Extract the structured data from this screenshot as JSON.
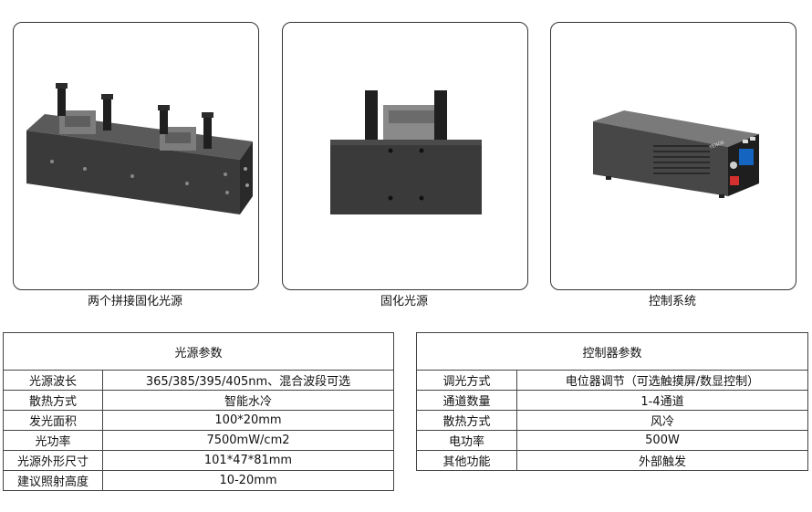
{
  "products": [
    {
      "caption": "两个拼接固化光源",
      "icon": "dual-uv-light-module-image"
    },
    {
      "caption": "固化光源",
      "icon": "uv-light-module-front-image"
    },
    {
      "caption": "控制系统",
      "icon": "controller-box-image"
    }
  ],
  "controller_brand": "YENOK",
  "light_table": {
    "title": "光源参数",
    "rows": [
      {
        "key": "光源波长",
        "value": "365/385/395/405nm、混合波段可选"
      },
      {
        "key": "散热方式",
        "value": "智能水冷"
      },
      {
        "key": "发光面积",
        "value": "100*20mm"
      },
      {
        "key": "光功率",
        "value": "7500mW/cm2"
      },
      {
        "key": "光源外形尺寸",
        "value": "101*47*81mm"
      },
      {
        "key": "建议照射高度",
        "value": "10-20mm"
      }
    ]
  },
  "control_table": {
    "title": "控制器参数",
    "rows": [
      {
        "key": "调光方式",
        "value": "电位器调节（可选触摸屏/数显控制）"
      },
      {
        "key": "通道数量",
        "value": "1-4通道"
      },
      {
        "key": "散热方式",
        "value": "风冷"
      },
      {
        "key": "电功率",
        "value": "500W"
      },
      {
        "key": "其他功能",
        "value": "外部触发"
      }
    ]
  }
}
